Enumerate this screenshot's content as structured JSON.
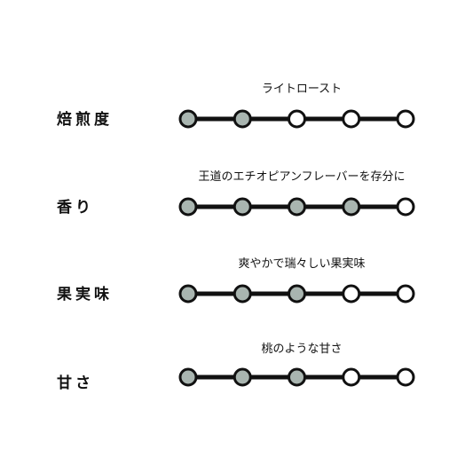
{
  "colors": {
    "filled": "#a9b5b0",
    "empty": "#ffffff",
    "stroke": "#111111"
  },
  "levels_max": 5,
  "rows": [
    {
      "label": "焙煎度",
      "description": "ライトロースト",
      "level": 2
    },
    {
      "label": "香り",
      "description": "王道のエチオピアンフレーバーを存分に",
      "level": 4
    },
    {
      "label": "果実味",
      "description": "爽やかで瑞々しい果実味",
      "level": 3
    },
    {
      "label": "甘さ",
      "description": "桃のような甘さ",
      "level": 3
    }
  ]
}
